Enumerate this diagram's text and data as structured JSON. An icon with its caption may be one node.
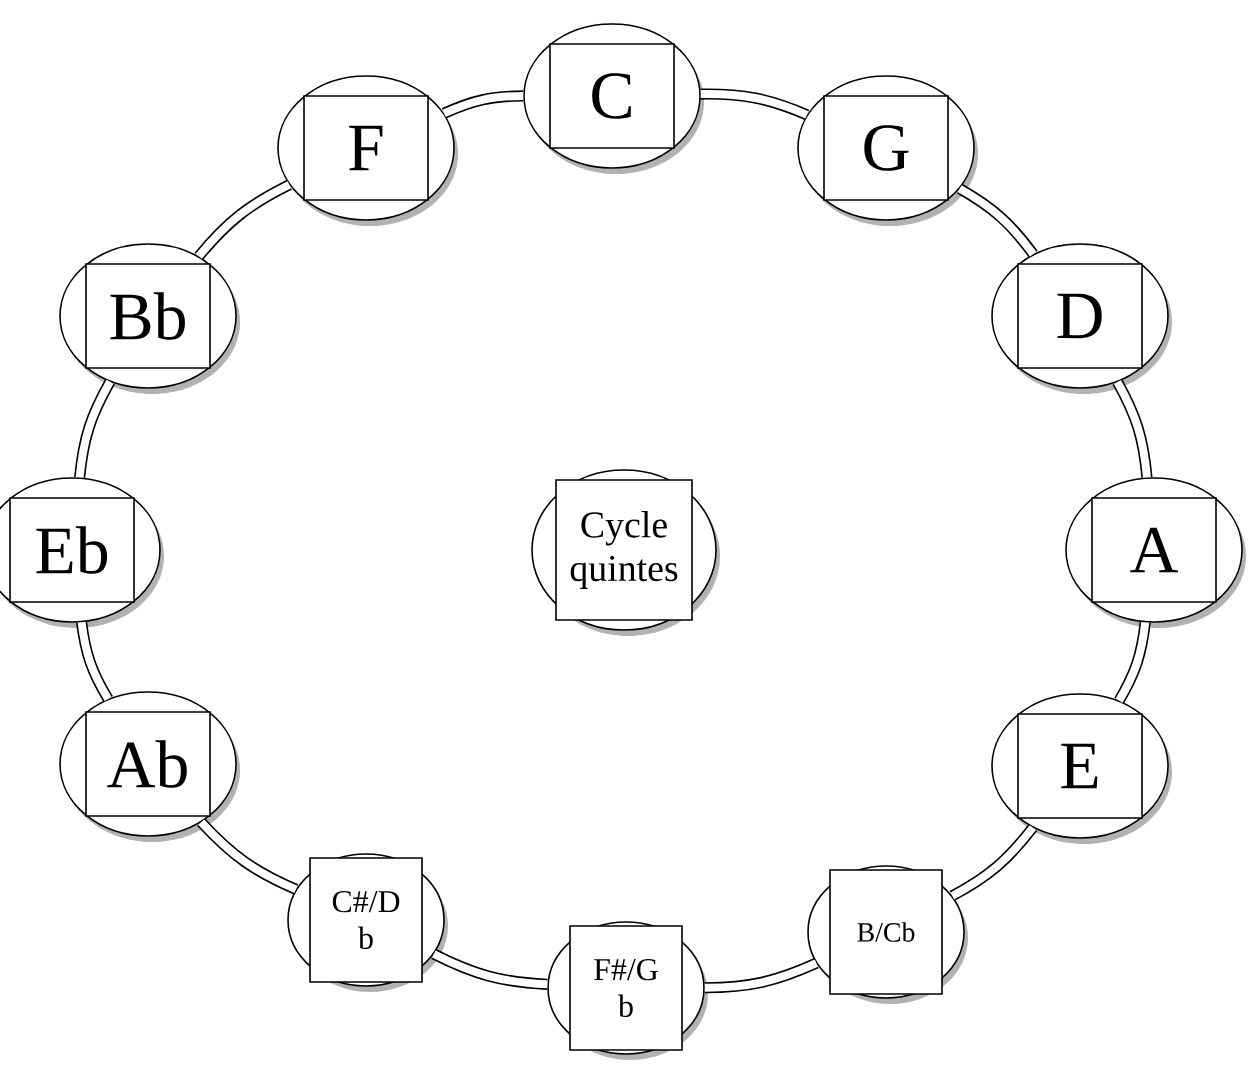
{
  "diagram": {
    "nodes": [
      {
        "text": [
          "C"
        ]
      },
      {
        "text": [
          "G"
        ]
      },
      {
        "text": [
          "D"
        ]
      },
      {
        "text": [
          "A"
        ]
      },
      {
        "text": [
          "E"
        ]
      },
      {
        "text": [
          "B/Cb"
        ]
      },
      {
        "text": [
          "F#/G b"
        ]
      },
      {
        "text": [
          "C#/D b"
        ]
      },
      {
        "text": [
          "Ab"
        ]
      },
      {
        "text": [
          "Eb"
        ]
      },
      {
        "text": [
          "Bb"
        ]
      },
      {
        "text": [
          "F"
        ]
      },
      {
        "text": [
          "Cycle quintes"
        ]
      }
    ],
    "edges": [
      {
        "from": 0,
        "to": 1,
        "arrow": "none"
      },
      {
        "from": 1,
        "to": 2,
        "arrow": "none"
      },
      {
        "from": 2,
        "to": 3,
        "arrow": "none"
      },
      {
        "from": 3,
        "to": 4,
        "arrow": "none"
      },
      {
        "from": 4,
        "to": 5,
        "arrow": "none"
      },
      {
        "from": 5,
        "to": 6,
        "arrow": "none"
      },
      {
        "from": 6,
        "to": 7,
        "arrow": "none"
      },
      {
        "from": 7,
        "to": 8,
        "arrow": "none"
      },
      {
        "from": 8,
        "to": 9,
        "arrow": "none"
      },
      {
        "from": 9,
        "to": 10,
        "arrow": "none"
      },
      {
        "from": 10,
        "to": 11,
        "arrow": "none"
      },
      {
        "from": 11,
        "to": 0,
        "arrow": "none"
      }
    ]
  }
}
